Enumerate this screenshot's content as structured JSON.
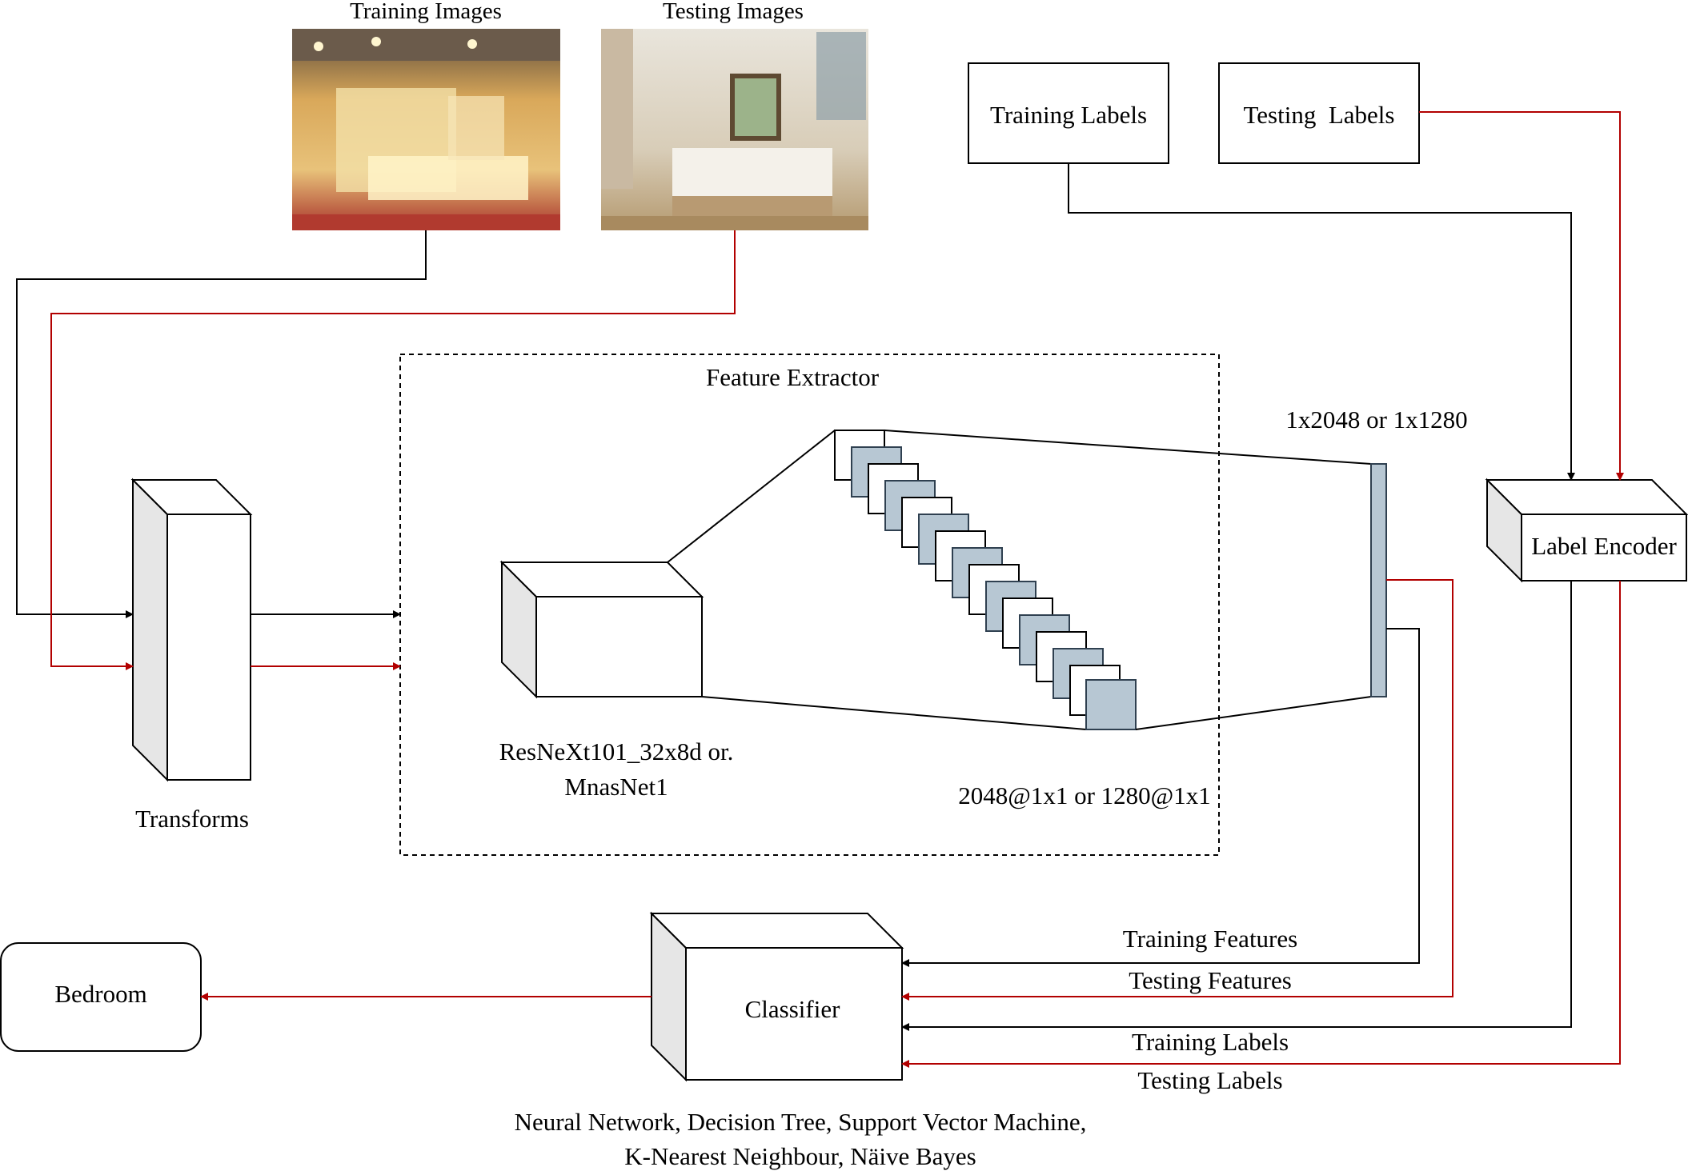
{
  "images": {
    "training_caption": "Training Images",
    "testing_caption": "Testing Images"
  },
  "labels_inputs": {
    "training": "Training Labels",
    "testing": "Testing  Labels"
  },
  "transforms": {
    "label": "Transforms"
  },
  "feature_extractor": {
    "title": "Feature Extractor",
    "backbone_line1": "ResNeXt101_32x8d or.",
    "backbone_line2": "MnasNet1",
    "feature_maps": "2048@1x1 or 1280@1x1",
    "vector": "1x2048 or 1x1280"
  },
  "label_encoder": {
    "label": "Label Encoder"
  },
  "classifier": {
    "label": "Classifier",
    "methods_line1": "Neural Network, Decision Tree, Support Vector Machine,",
    "methods_line2": "K-Nearest Neighbour, Näive Bayes"
  },
  "flows": {
    "training_features": "Training Features",
    "testing_features": "Testing Features",
    "training_labels": "Training Labels",
    "testing_labels": "Testing Labels"
  },
  "output": {
    "label": "Bedroom"
  },
  "colors": {
    "training_flow": "#000000",
    "testing_flow": "#b20000",
    "layer_fill": "#b7c7d3",
    "box_side": "#e6e6e6"
  }
}
